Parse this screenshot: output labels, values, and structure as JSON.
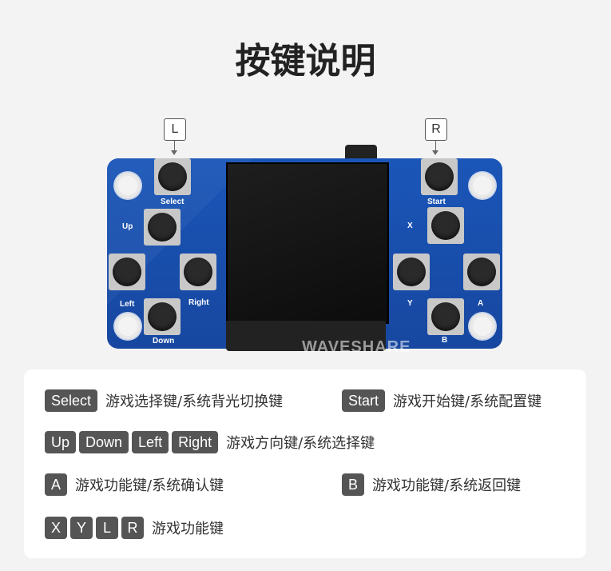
{
  "page": {
    "title": "按键说明"
  },
  "callouts": {
    "left": "L",
    "right": "R"
  },
  "board_labels": {
    "select": "Select",
    "start": "Start",
    "up": "Up",
    "left": "Left",
    "right": "Right",
    "down": "Down",
    "x": "X",
    "y": "Y",
    "a": "A",
    "b": "B",
    "watermark": "WAVESHARE"
  },
  "legend": {
    "row1": {
      "left_keys": [
        "Select"
      ],
      "left_desc": "游戏选择键/系统背光切换键",
      "right_keys": [
        "Start"
      ],
      "right_desc": "游戏开始键/系统配置键"
    },
    "row2": {
      "keys": [
        "Up",
        "Down",
        "Left",
        "Right"
      ],
      "desc": "游戏方向键/系统选择键"
    },
    "row3": {
      "left_keys": [
        "A"
      ],
      "left_desc": "游戏功能键/系统确认键",
      "right_keys": [
        "B"
      ],
      "right_desc": "游戏功能键/系统返回键"
    },
    "row4": {
      "keys": [
        "X",
        "Y",
        "L",
        "R"
      ],
      "desc": "游戏功能键"
    }
  }
}
